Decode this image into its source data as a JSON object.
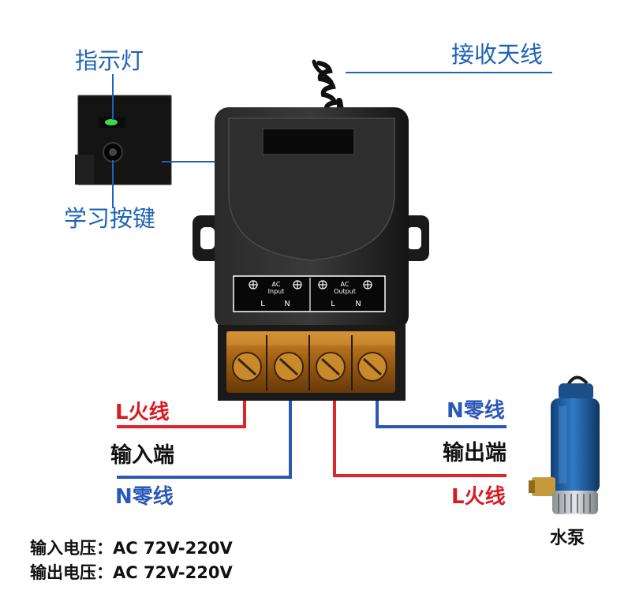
{
  "callouts": {
    "indicator_light": "指示灯",
    "learn_button": "学习按键",
    "antenna": "接收天线"
  },
  "panel": {
    "ac_input_top": "AC",
    "ac_input_bottom": "Input",
    "ac_output_top": "AC",
    "ac_output_bottom": "Output",
    "l1": "L",
    "n1": "N",
    "l2": "L",
    "n2": "N"
  },
  "wiring": {
    "left_live": "L火线",
    "left_title": "输入端",
    "left_neutral": "N零线",
    "right_neutral": "N零线",
    "right_title": "输出端",
    "right_live": "L火线"
  },
  "pump_label": "水泵",
  "specs": [
    {
      "label": "输入电压：",
      "value": "AC 72V-220V"
    },
    {
      "label": "输出电压：",
      "value": "AC 72V-220V"
    }
  ],
  "colors": {
    "callout_blue": "#1e63b6",
    "live_wire": "#e0242c",
    "neutral_wire": "#2a57b8",
    "device_body": "#1c1c1c",
    "terminal_amber": "#c27a1c",
    "pump_blue": "#1f63a9"
  }
}
